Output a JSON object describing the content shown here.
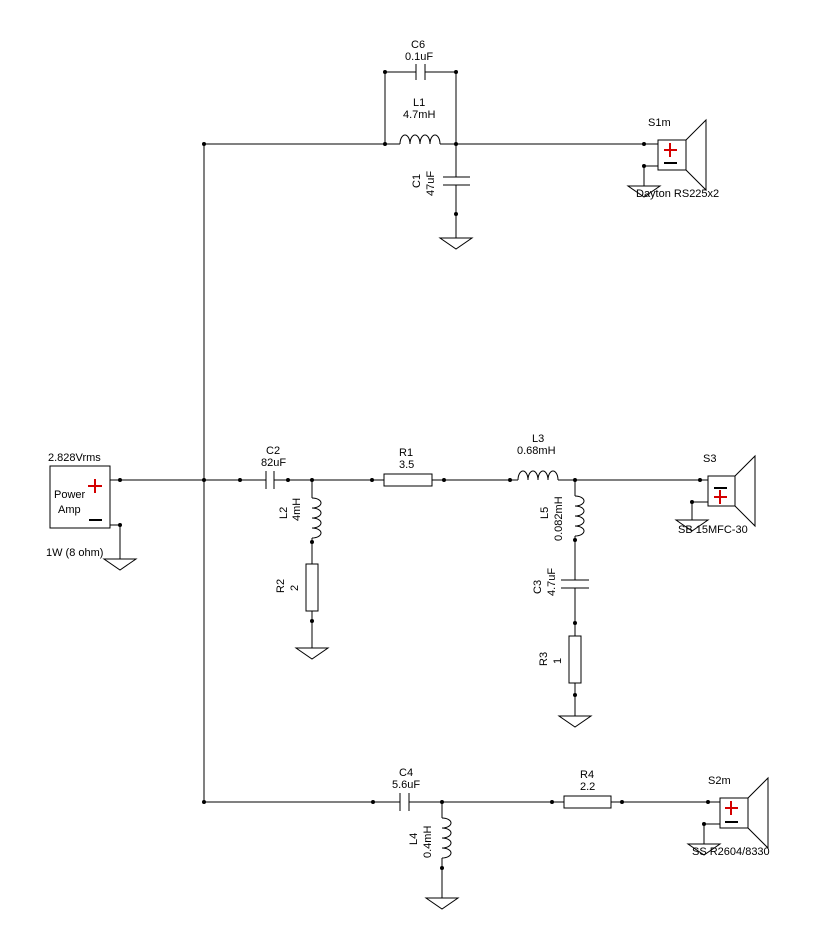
{
  "source": {
    "voltage": "2.828Vrms",
    "line1": "Power",
    "line2": "Amp",
    "power": "1W (8 ohm)",
    "plus": "+",
    "minus": "—"
  },
  "tweeter_branch": {
    "C6": {
      "name": "C6",
      "value": "0.1uF"
    },
    "L1": {
      "name": "L1",
      "value": "4.7mH"
    },
    "C1": {
      "name": "C1",
      "value": "47uF"
    },
    "speaker": {
      "name": "S1m",
      "model": "Dayton RS225x2"
    }
  },
  "mid_branch": {
    "C2": {
      "name": "C2",
      "value": "82uF"
    },
    "R1": {
      "name": "R1",
      "value": "3.5"
    },
    "L3": {
      "name": "L3",
      "value": "0.68mH"
    },
    "L2": {
      "name": "L2",
      "value": "4mH"
    },
    "R2": {
      "name": "R2",
      "value": "2"
    },
    "L5": {
      "name": "L5",
      "value": "0.082mH"
    },
    "C3": {
      "name": "C3",
      "value": "4.7uF"
    },
    "R3": {
      "name": "R3",
      "value": "1"
    },
    "speaker": {
      "name": "S3",
      "model": "SB 15MFC-30"
    }
  },
  "bottom_branch": {
    "C4": {
      "name": "C4",
      "value": "5.6uF"
    },
    "R4": {
      "name": "R4",
      "value": "2.2"
    },
    "L4": {
      "name": "L4",
      "value": "0.4mH"
    },
    "speaker": {
      "name": "S2m",
      "model": "SS R2604/8330"
    }
  }
}
